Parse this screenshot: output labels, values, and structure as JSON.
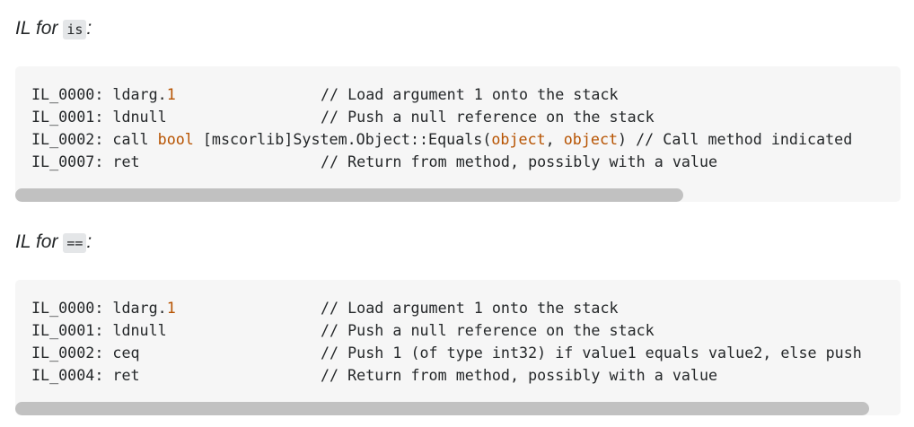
{
  "section1": {
    "heading_prefix": "IL for ",
    "heading_code": "is",
    "heading_suffix": ":",
    "lines": [
      {
        "parts": [
          {
            "t": "IL_0000: ldarg.",
            "c": ""
          },
          {
            "t": "1",
            "c": "num"
          }
        ],
        "comment": "// Load argument 1 onto the stack"
      },
      {
        "parts": [
          {
            "t": "IL_0001: ldnull",
            "c": ""
          }
        ],
        "comment": "// Push a null reference on the stack"
      },
      {
        "parts": [
          {
            "t": "IL_0002: call ",
            "c": ""
          },
          {
            "t": "bool",
            "c": "kw"
          },
          {
            "t": " [mscorlib]System.Object::Equals(",
            "c": ""
          },
          {
            "t": "object",
            "c": "kw"
          },
          {
            "t": ", ",
            "c": ""
          },
          {
            "t": "object",
            "c": "kw"
          },
          {
            "t": ") // Call method indicated",
            "c": ""
          }
        ],
        "comment": ""
      },
      {
        "parts": [
          {
            "t": "IL_0007: ret",
            "c": ""
          }
        ],
        "comment": "// Return from method, possibly with a value"
      }
    ],
    "scroll_fraction": 0.755
  },
  "section2": {
    "heading_prefix": "IL for ",
    "heading_code": "==",
    "heading_suffix": ":",
    "lines": [
      {
        "parts": [
          {
            "t": "IL_0000: ldarg.",
            "c": ""
          },
          {
            "t": "1",
            "c": "num"
          }
        ],
        "comment": "// Load argument 1 onto the stack"
      },
      {
        "parts": [
          {
            "t": "IL_0001: ldnull",
            "c": ""
          }
        ],
        "comment": "// Push a null reference on the stack"
      },
      {
        "parts": [
          {
            "t": "IL_0002: ceq",
            "c": ""
          }
        ],
        "comment": "// Push 1 (of type int32) if value1 equals value2, else push"
      },
      {
        "parts": [
          {
            "t": "IL_0004: ret",
            "c": ""
          }
        ],
        "comment": "// Return from method, possibly with a value"
      }
    ],
    "scroll_fraction": 0.965
  }
}
